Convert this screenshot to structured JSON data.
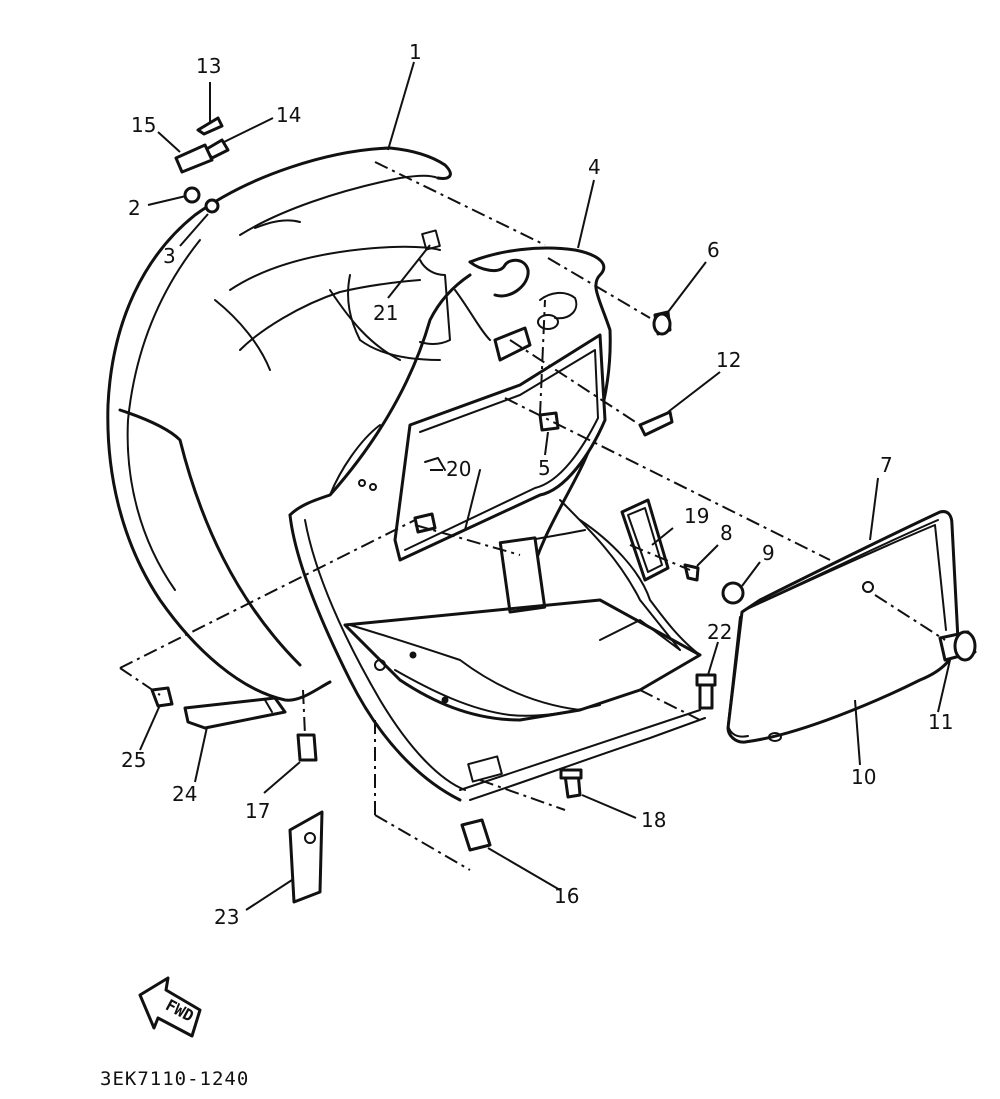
{
  "diagram": {
    "callouts": [
      "1",
      "2",
      "3",
      "4",
      "5",
      "6",
      "7",
      "8",
      "9",
      "10",
      "11",
      "12",
      "13",
      "14",
      "15",
      "16",
      "17",
      "18",
      "19",
      "20",
      "21",
      "22",
      "23",
      "24",
      "25"
    ],
    "fwd_label": "FWD",
    "code": "3EK7110-1240"
  }
}
